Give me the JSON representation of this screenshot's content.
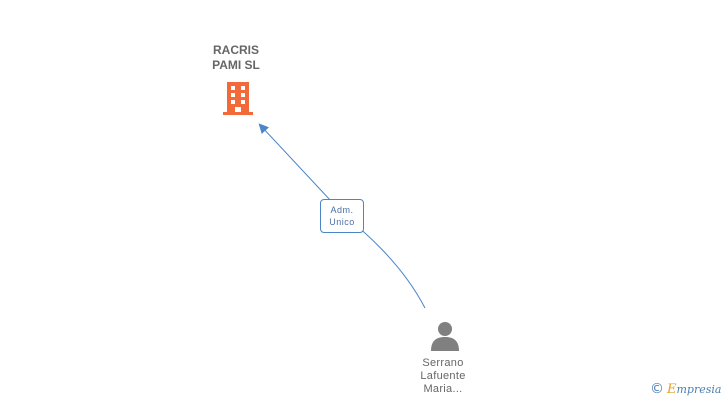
{
  "company": {
    "name_lines": [
      "RACRIS",
      "PAMI SL"
    ],
    "icon": "building-icon",
    "icon_color": "#f26a3a"
  },
  "relation": {
    "label_lines": [
      "Adm.",
      "Unico"
    ],
    "line_color": "#4a86c8"
  },
  "person": {
    "icon": "person-icon",
    "icon_color": "#808080",
    "name_lines": [
      "Serrano",
      "Lafuente",
      "Maria..."
    ]
  },
  "watermark": {
    "symbol": "©",
    "brand_first": "E",
    "brand_rest": "mpresia"
  }
}
